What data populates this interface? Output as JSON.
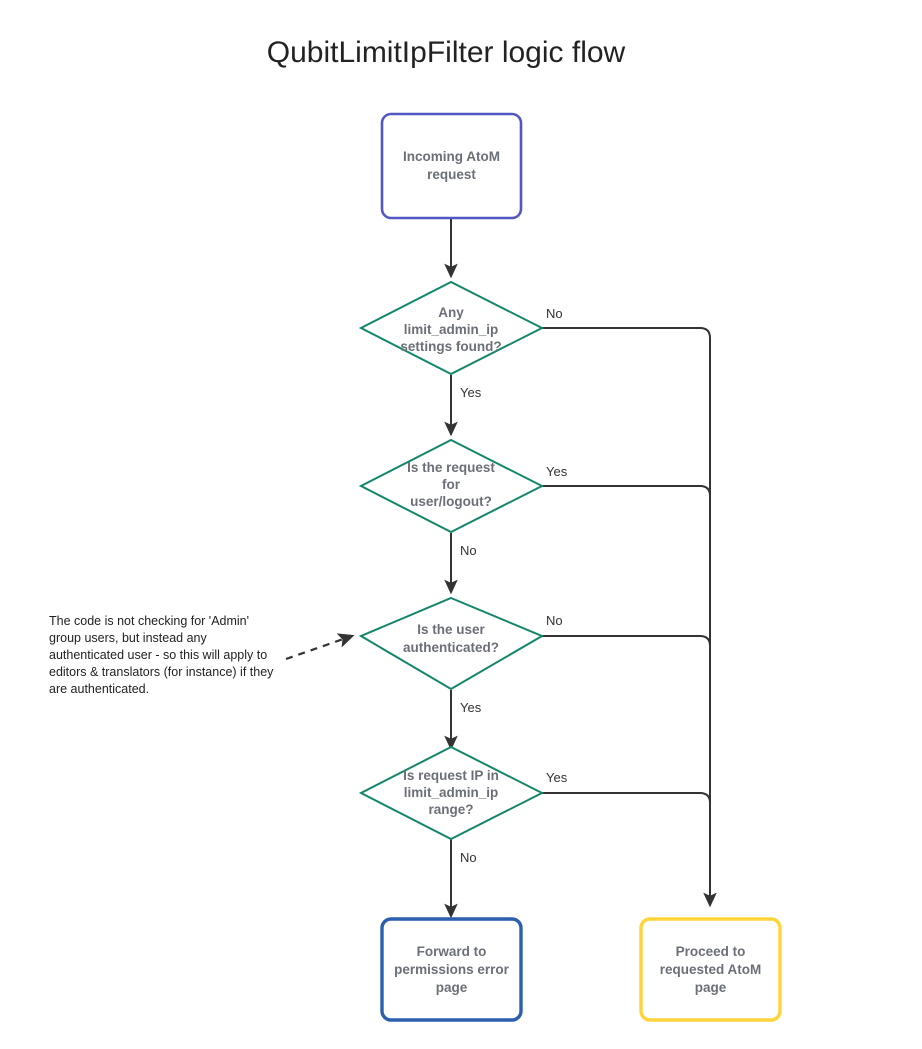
{
  "title": "QubitLimitIpFilter logic flow",
  "colors": {
    "start_border": "#5257c4",
    "decision_border": "#13866a",
    "error_border": "#2c5fae",
    "proceed_border": "#ffd43b",
    "edge": "#333333",
    "node_text": "#6b6f77",
    "title_text": "#222222"
  },
  "nodes": {
    "start": {
      "name": "incoming-request",
      "shape": "rounded-rect",
      "lines": [
        "Incoming AtoM",
        "request"
      ]
    },
    "decision1": {
      "name": "limit-admin-ip-settings-found",
      "shape": "diamond",
      "lines": [
        "Any",
        "limit_admin_ip",
        "settings found?"
      ]
    },
    "decision2": {
      "name": "request-for-user-logout",
      "shape": "diamond",
      "lines": [
        "Is the request",
        "for",
        "user/logout?"
      ]
    },
    "decision3": {
      "name": "user-authenticated",
      "shape": "diamond",
      "lines": [
        "Is the user",
        "authenticated?"
      ]
    },
    "decision4": {
      "name": "request-ip-in-range",
      "shape": "diamond",
      "lines": [
        "Is request IP in",
        "limit_admin_ip",
        "range?"
      ]
    },
    "error": {
      "name": "forward-permissions-error",
      "shape": "rounded-rect",
      "lines": [
        "Forward to",
        "permissions error",
        "page"
      ]
    },
    "proceed": {
      "name": "proceed-to-atom-page",
      "shape": "rounded-rect",
      "lines": [
        "Proceed to",
        "requested AtoM",
        "page"
      ]
    }
  },
  "edges": {
    "d1_no": "No",
    "d1_yes": "Yes",
    "d2_yes": "Yes",
    "d2_no": "No",
    "d3_no": "No",
    "d3_yes": "Yes",
    "d4_yes": "Yes",
    "d4_no": "No"
  },
  "note": {
    "lines": [
      "The code is not checking for 'Admin'",
      "group users, but instead any",
      "authenticated user - so this will apply to",
      "editors & translators (for instance) if they",
      "are authenticated."
    ]
  }
}
